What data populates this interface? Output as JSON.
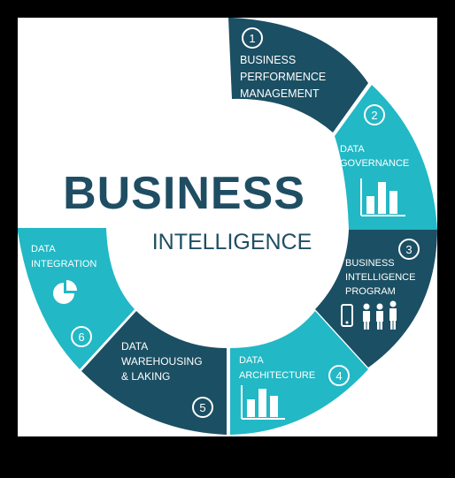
{
  "title": {
    "main": "BUSINESS",
    "sub": "INTELLIGENCE"
  },
  "colors": {
    "dark": "#1b4f63",
    "teal": "#22b8c6",
    "title": "#1f4e63",
    "background_frame": "#000000",
    "panel": "#ffffff"
  },
  "segments": [
    {
      "number": "1",
      "lines": [
        "BUSINESS",
        "PERFORMENCE",
        "MANAGEMENT"
      ],
      "color": "dark",
      "icon": ""
    },
    {
      "number": "2",
      "lines": [
        "DATA",
        "GOVERNANCE"
      ],
      "color": "teal",
      "icon": "bar-chart-icon"
    },
    {
      "number": "3",
      "lines": [
        "BUSINESS",
        "INTELLIGENCE",
        "PROGRAM"
      ],
      "color": "dark",
      "icon": "people-mobile-icon"
    },
    {
      "number": "4",
      "lines": [
        "DATA",
        "ARCHITECTURE"
      ],
      "color": "teal",
      "icon": "bar-chart-icon"
    },
    {
      "number": "5",
      "lines": [
        "DATA",
        "WAREHOUSING",
        "& LAKING"
      ],
      "color": "dark",
      "icon": ""
    },
    {
      "number": "6",
      "lines": [
        "DATA",
        "INTEGRATION"
      ],
      "color": "teal",
      "icon": "pie-chart-icon"
    }
  ]
}
